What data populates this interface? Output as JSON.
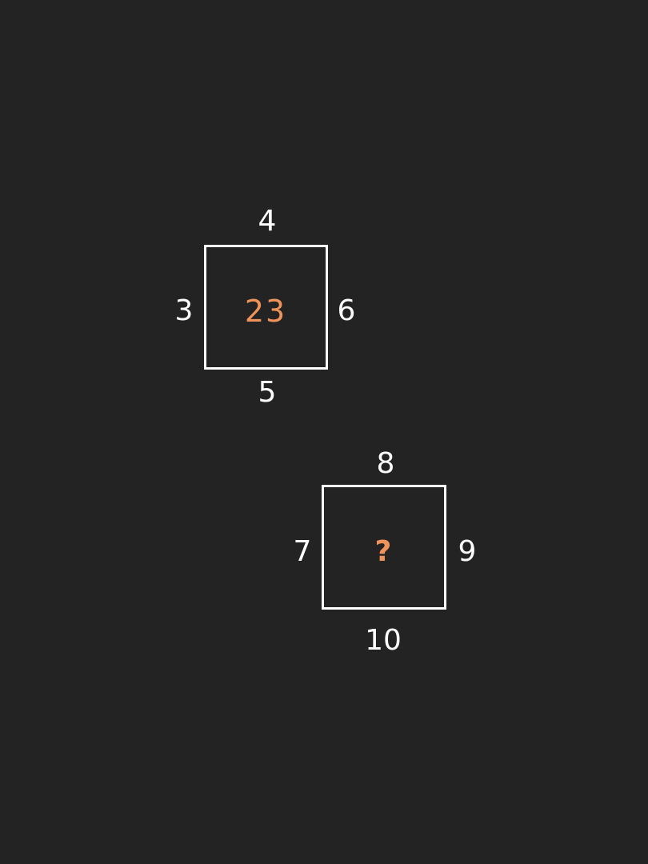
{
  "puzzle_1": {
    "top": "4",
    "left": "3",
    "right": "6",
    "bottom": "5",
    "center": "23"
  },
  "puzzle_2": {
    "top": "8",
    "left": "7",
    "right": "9",
    "bottom": "10",
    "center": "?"
  },
  "colors": {
    "background": "#232323",
    "box_border": "#ffffff",
    "number": "#ffffff",
    "center_value": "#f0935a"
  }
}
